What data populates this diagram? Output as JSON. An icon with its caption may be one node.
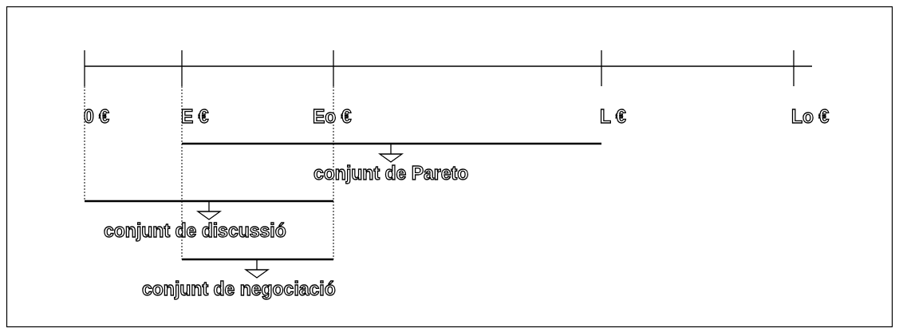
{
  "diagram": {
    "labels": [
      "0 €",
      "E €",
      "Eo €",
      "L €",
      "Lo €",
      "conjunt de Pareto",
      "conjunt de discussió",
      "conjunt de negociació"
    ]
  }
}
